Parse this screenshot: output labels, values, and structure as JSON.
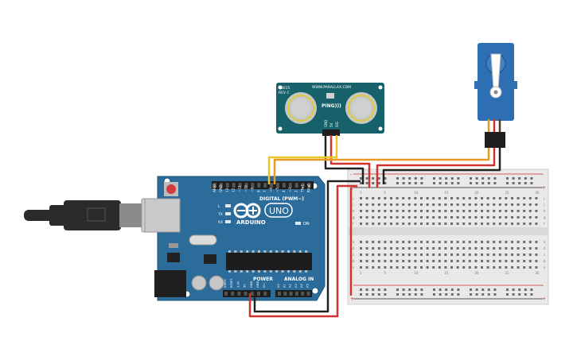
{
  "sensor": {
    "model": "28015",
    "revision": "REV C",
    "brand": "WWW.PARALLAX.COM",
    "name": "PING)))",
    "pins": [
      "GND",
      "5V",
      "SIG"
    ]
  },
  "arduino": {
    "logo_text": "ARDUINO",
    "uno_text": "UNO",
    "digital_label": "DIGITAL (PWM~)",
    "power_label": "POWER",
    "analog_label": "ANALOG IN",
    "top_pins": [
      "AREF",
      "GND",
      "13",
      "12",
      "~11",
      "~10",
      "~9",
      "8",
      "7",
      "~6",
      "~5",
      "4",
      "~3",
      "2",
      "TX▸1",
      "RX◂0"
    ],
    "power_pins": [
      "IOREF",
      "RESET",
      "3.3V",
      "5V",
      "GND",
      "GND",
      "Vin"
    ],
    "analog_pins": [
      "A0",
      "A1",
      "A2",
      "A3",
      "A4",
      "A5"
    ],
    "leds": [
      "L",
      "TX",
      "RX"
    ],
    "on_label": "ON"
  },
  "breadboard": {
    "rows_top": [
      "j",
      "i",
      "h",
      "g",
      "f"
    ],
    "rows_bottom": [
      "e",
      "d",
      "c",
      "b",
      "a"
    ],
    "column_numbers": [
      "1",
      "5",
      "10",
      "15",
      "20",
      "25",
      "30"
    ],
    "plus": "+",
    "minus": "-"
  },
  "colors": {
    "arduino_board": "#2b6c9a",
    "sensor_board": "#17626a",
    "servo_body": "#2e6fb3",
    "wire_red": "#d2322d",
    "wire_black": "#222222",
    "wire_orange": "#e89a22",
    "wire_yellow": "#e8c72a",
    "breadboard": "#e9e9e9"
  }
}
